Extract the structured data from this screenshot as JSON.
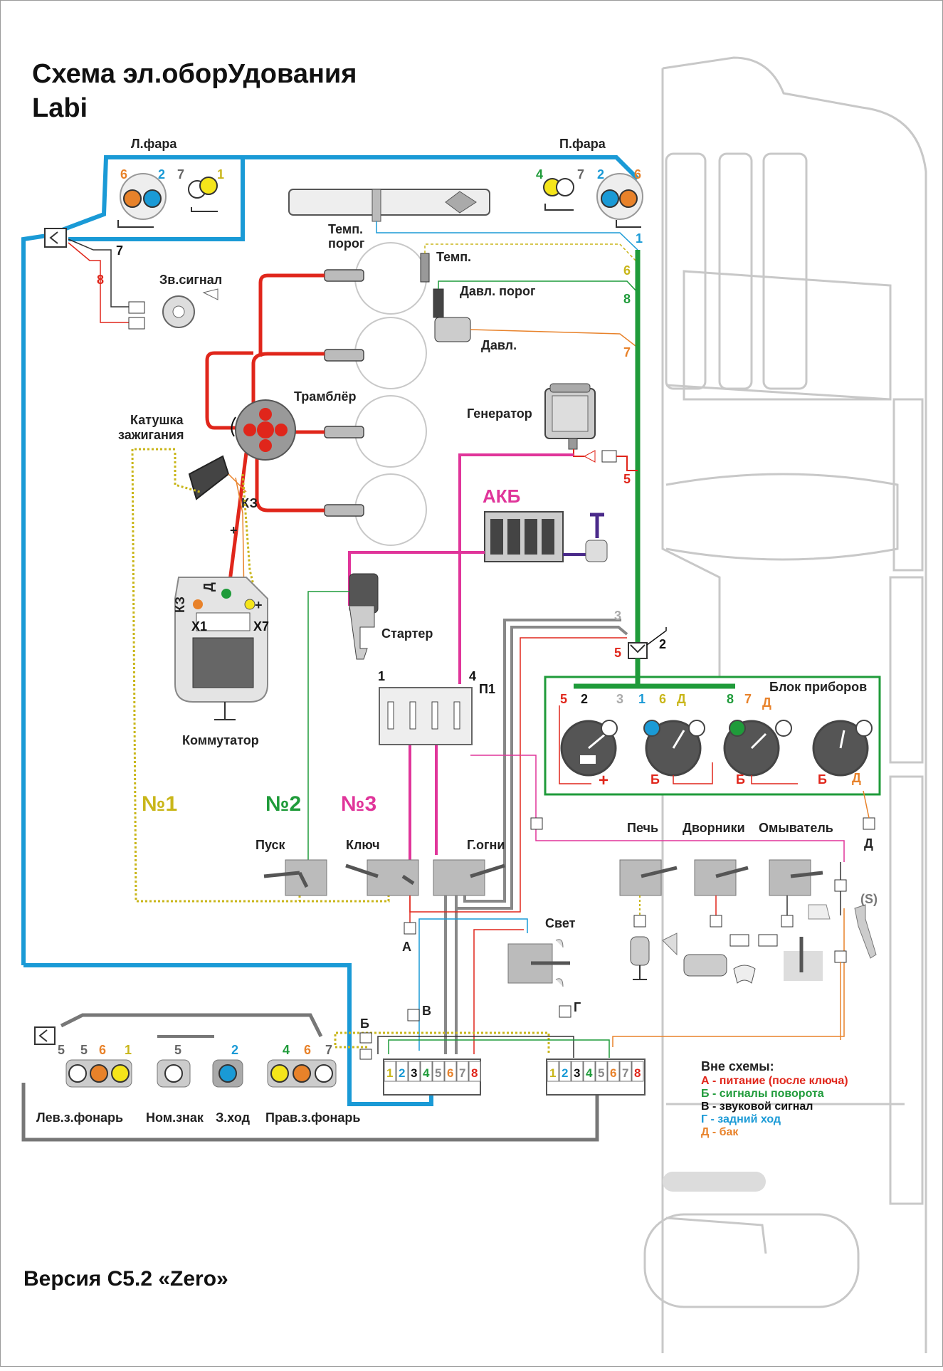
{
  "title": {
    "line1": "Схема эл.оборУдования",
    "line2": "Labi"
  },
  "version": "Версия С5.2 «Zero»",
  "labels": {
    "left_headlight": "Л.фара",
    "right_headlight": "П.фара",
    "horn": "Зв.сигнал",
    "temp_threshold_1": "Темп.",
    "temp_threshold_2": "порог",
    "temp": "Темп.",
    "press_threshold": "Давл. порог",
    "press": "Давл.",
    "distributor": "Трамблёр",
    "generator": "Генератор",
    "coil_1": "Катушка",
    "coil_2": "зажигания",
    "kz": "КЗ",
    "battery": "АКБ",
    "starter": "Стартер",
    "commutator": "Коммутатор",
    "x1": "X1",
    "x7": "X7",
    "d_letter": "Д",
    "p1": "П1",
    "fuse_1": "1",
    "fuse_4": "4",
    "instrument_block": "Блок приборов",
    "n1": "№1",
    "n2": "№2",
    "n3": "№3",
    "start": "Пуск",
    "key": "Ключ",
    "side_lights": "Г.огни",
    "heater": "Печь",
    "wipers": "Дворники",
    "washer": "Омыватель",
    "light": "Свет",
    "conn_a": "А",
    "conn_b": "Б",
    "conn_v": "В",
    "conn_g": "Г",
    "conn_d": "Д",
    "switch_s": "(S)",
    "left_tail": "Лев.з.фонарь",
    "plate": "Ном.знак",
    "reverse": "З.ход",
    "right_tail": "Прав.з.фонарь"
  },
  "wire_numbers": {
    "w1": "1",
    "w2": "2",
    "w3": "3",
    "w4": "4",
    "w5": "5",
    "w6": "6",
    "w7": "7",
    "w8": "8"
  },
  "gauge_signs": {
    "plus": "+",
    "b": "Б"
  },
  "connector_pins": [
    "1",
    "2",
    "3",
    "4",
    "5",
    "6",
    "7",
    "8"
  ],
  "legend": {
    "title": "Вне схемы:",
    "items": [
      {
        "text": "А - питание (после ключа)",
        "color": "#e0261b"
      },
      {
        "text": "Б - сигналы поворота",
        "color": "#1f9b3a"
      },
      {
        "text": "В - звуковой сигнал",
        "color": "#111111"
      },
      {
        "text": "Г - задний ход",
        "color": "#1a9ad6"
      },
      {
        "text": "Д - бак",
        "color": "#e8822a"
      }
    ]
  },
  "colors": {
    "wire_1_blue": "#1a9ad6",
    "wire_2_blue": "#1a9ad6",
    "wire_3_grey": "#888888",
    "wire_4_green": "#1f9b3a",
    "wire_5_red": "#e0261b",
    "wire_6_yellow": "#c9b61a",
    "wire_7_orange": "#e8822a",
    "wire_8_green": "#1f9b3a",
    "magenta": "#e0359a",
    "ignition_red": "#e0261b",
    "main_harness_green": "#1f9b3a"
  }
}
